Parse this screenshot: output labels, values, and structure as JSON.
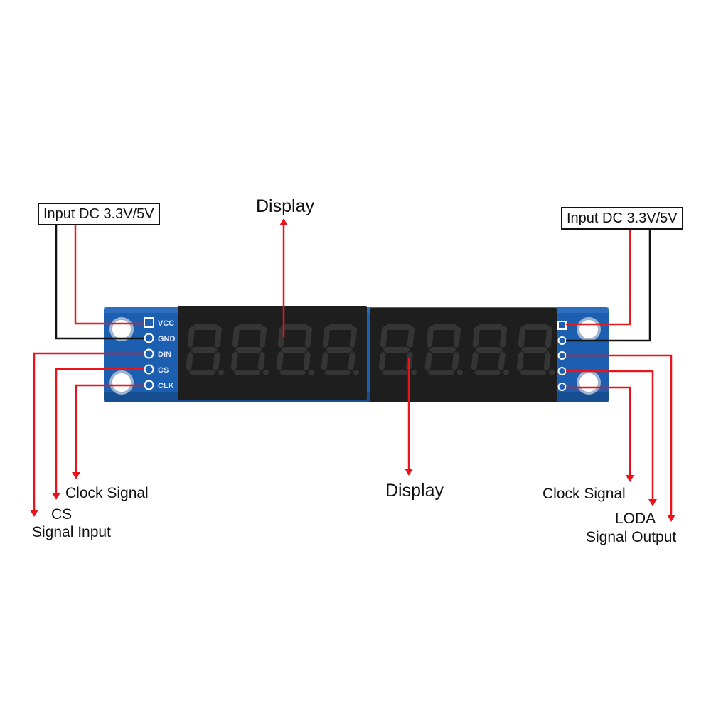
{
  "diagram": {
    "colors": {
      "pcb": "#1c5fb0",
      "pcb_dark": "#123f7a",
      "display_body": "#1e1e1e",
      "segment": "#353535",
      "wire_power": "#e02020",
      "wire_ground": "#111111",
      "arrow": "#e8141c"
    },
    "pins_left": [
      "VCC",
      "GND",
      "DIN",
      "CS",
      "CLK"
    ],
    "labels": {
      "input_left": "Input DC 3.3V/5V",
      "input_right": "Input DC 3.3V/5V",
      "display_top": "Display",
      "display_bottom": "Display",
      "clock_left": "Clock Signal",
      "cs_left": "CS",
      "signal_input": "Signal Input",
      "clock_right": "Clock Signal",
      "loda_right": "LODA",
      "signal_output": "Signal Output"
    }
  }
}
